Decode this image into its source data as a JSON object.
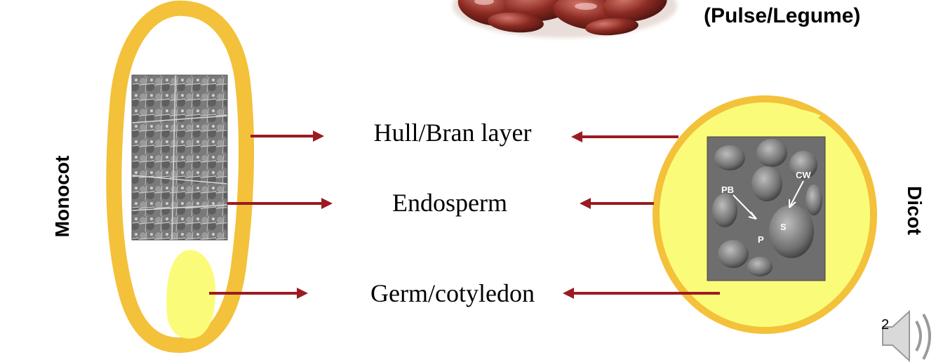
{
  "header": {
    "title_fragment": "(Pulse/Legume)"
  },
  "side_labels": {
    "left": "Monocot",
    "right": "Dicot"
  },
  "parts": [
    {
      "label": "Hull/Bran layer"
    },
    {
      "label": "Endosperm"
    },
    {
      "label": "Germ/cotyledon"
    }
  ],
  "micrograph_labels": {
    "pb": "PB",
    "cw": "CW",
    "s": "S",
    "p": "P"
  },
  "slide_number": "2",
  "colors": {
    "outline": "#f3c13a",
    "highlight": "#fbfb7a",
    "arrow": "#9b1b22",
    "bean": "#8b2a22"
  },
  "icons": [
    "kidney-beans-image",
    "monocot-micrograph",
    "dicot-micrograph",
    "speaker-icon"
  ]
}
